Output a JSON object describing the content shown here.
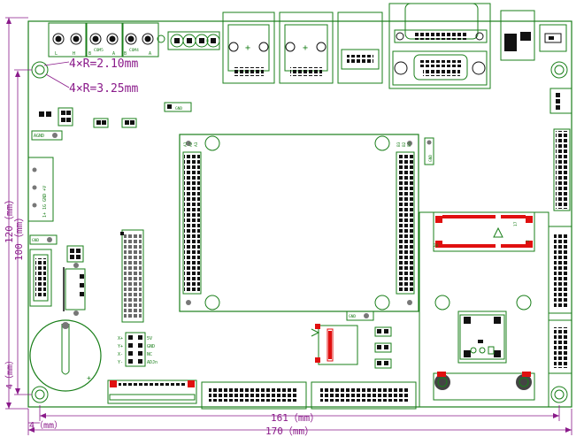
{
  "annotations": {
    "hole_small": "4×R=2.10mm",
    "hole_large": "4×R=3.25mm"
  },
  "dimensions": {
    "width_inner": "161（mm）",
    "width_outer": "170（mm）",
    "height_inner": "100（mm）",
    "height_outer": "120（mm）",
    "margin_bottom": "4（mm）",
    "margin_left": "4（mm）",
    "left_height": "4（mm）"
  },
  "silk": {
    "agnd": "AGND",
    "gnd": "GND",
    "com5": "COM5",
    "com4": "COM4",
    "pin_L": "L",
    "pin_H": "H",
    "pin_B": "B",
    "pin_A": "A",
    "conn_a1": "A1",
    "conn_a2": "A2",
    "conn_a3": "A3",
    "conn_b1": "B1",
    "conn_b2": "B2",
    "conn_b3": "B3",
    "sim_17": "17",
    "sim_2": "2",
    "sim_20": "20",
    "touch_xp": "X+",
    "touch_yp": "Y+",
    "touch_xm": "X-",
    "touch_ym": "Y-",
    "touch_5v": "5V",
    "touch_gnd": "GND",
    "touch_nc": "NC",
    "touch_adj": "ADJn",
    "pwr_labels": "1+ 1G GND +V"
  },
  "colors": {
    "outline": "#1a7f1a",
    "dimension": "#8a1a8a",
    "pad": "#111111",
    "accent": "#e01010"
  }
}
